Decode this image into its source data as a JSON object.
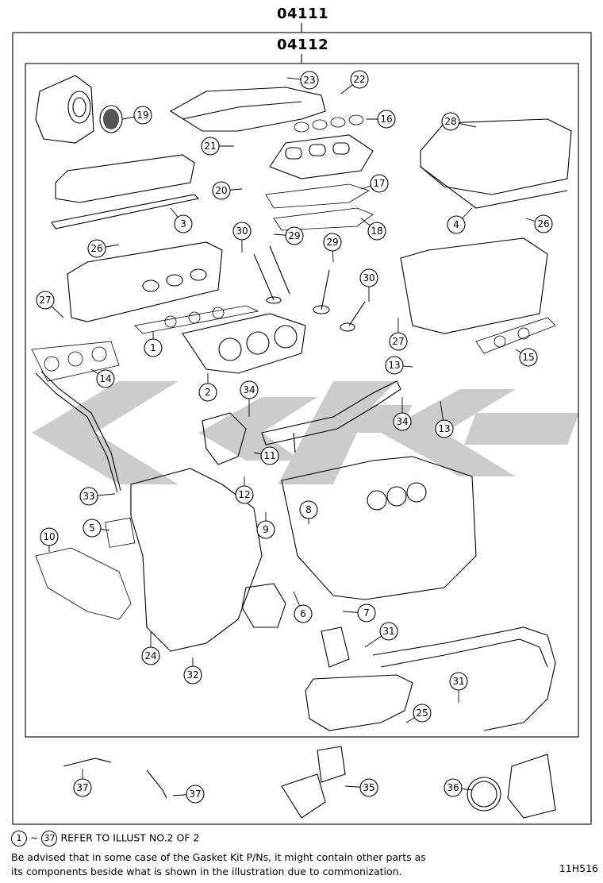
{
  "header": {
    "outer_kit_code": "04111",
    "inner_kit_code": "04112"
  },
  "footer": {
    "ref_start": "1",
    "ref_tilde": "~",
    "ref_end": "37",
    "ref_text": "REFER TO ILLUST NO.2 OF 2",
    "advisory_line1": "Be advised that in some case of the Gasket Kit P/Ns,  it might contain other parts as",
    "advisory_line2": "its components beside what is shown in the illustration due to commonization.",
    "figure_code": "11H516"
  },
  "callouts": [
    {
      "label": "23"
    },
    {
      "label": "22"
    },
    {
      "label": "19"
    },
    {
      "label": "16"
    },
    {
      "label": "28"
    },
    {
      "label": "21"
    },
    {
      "label": "17"
    },
    {
      "label": "20"
    },
    {
      "label": "3"
    },
    {
      "label": "18"
    },
    {
      "label": "4"
    },
    {
      "label": "26"
    },
    {
      "label": "30"
    },
    {
      "label": "29"
    },
    {
      "label": "29"
    },
    {
      "label": "26"
    },
    {
      "label": "27"
    },
    {
      "label": "30"
    },
    {
      "label": "1"
    },
    {
      "label": "27"
    },
    {
      "label": "15"
    },
    {
      "label": "14"
    },
    {
      "label": "13"
    },
    {
      "label": "2"
    },
    {
      "label": "34"
    },
    {
      "label": "34"
    },
    {
      "label": "13"
    },
    {
      "label": "11"
    },
    {
      "label": "33"
    },
    {
      "label": "12"
    },
    {
      "label": "8"
    },
    {
      "label": "10"
    },
    {
      "label": "5"
    },
    {
      "label": "9"
    },
    {
      "label": "6"
    },
    {
      "label": "7"
    },
    {
      "label": "31"
    },
    {
      "label": "24"
    },
    {
      "label": "32"
    },
    {
      "label": "31"
    },
    {
      "label": "25"
    },
    {
      "label": "37"
    },
    {
      "label": "37"
    },
    {
      "label": "35"
    },
    {
      "label": "36"
    }
  ]
}
